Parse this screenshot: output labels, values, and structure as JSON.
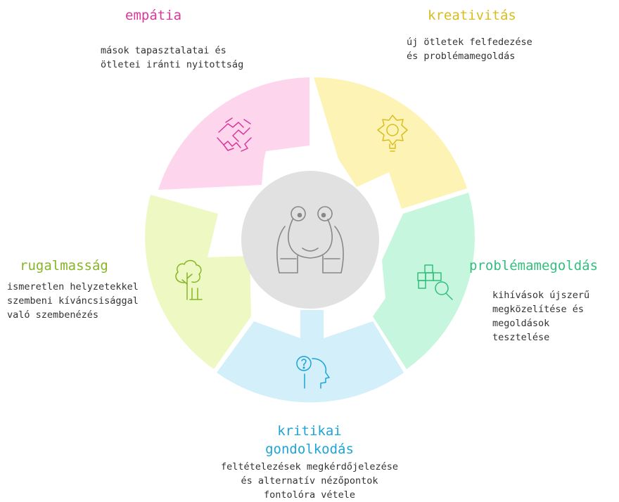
{
  "colors": {
    "empathy": "#fdd5ec",
    "empathy_accent": "#d9389b",
    "creativity": "#fdf3b5",
    "creativity_accent": "#d9bd1f",
    "problem": "#c6f6dd",
    "problem_accent": "#32bf7d",
    "critical": "#d3effa",
    "critical_accent": "#1ea4d6",
    "flex": "#edf8c2",
    "flex_accent": "#86b525",
    "center_fill": "#e1e1e1",
    "center_icon": "#888888",
    "description_text": "#333333"
  },
  "segments": [
    {
      "id": "empathy",
      "title": "empátia",
      "description": "mások tapasztalatai és\nötletei iránti nyitottság",
      "icon": "handshake-icon"
    },
    {
      "id": "creativity",
      "title": "kreativitás",
      "description": "új ötletek felfedezése\nés problémamegoldás",
      "icon": "lightbulb-gear-icon"
    },
    {
      "id": "problem",
      "title": "problémamegoldás",
      "description": "kihívások újszerű\nmegközelítése és\nmegoldások tesztelése",
      "icon": "puzzle-search-icon"
    },
    {
      "id": "critical",
      "title": "kritikai\ngondolkodás",
      "description": "feltételezések megkérdőjelezése\nés alternatív nézőpontok\nfontolóra vétele",
      "icon": "head-question-icon"
    },
    {
      "id": "flex",
      "title": "rugalmasság",
      "description": "ismeretlen helyzetekkel\nszembeni kíváncsisággal\nvaló szembenézés",
      "icon": "tree-icon"
    }
  ],
  "center_icon": "explorer-creature-icon"
}
